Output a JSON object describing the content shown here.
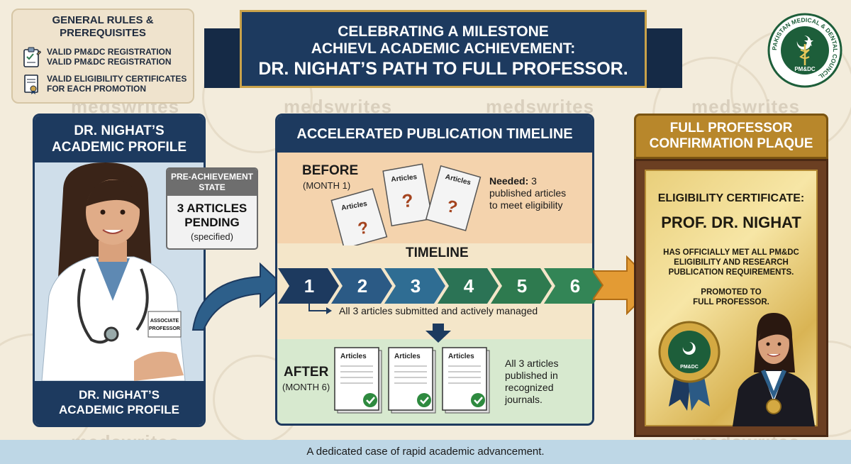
{
  "rules": {
    "title": "GENERAL RULES & PREREQUISITES",
    "items": [
      {
        "line1": "VALID PM&DC REGISTRATION",
        "line2": "VALID PM&DC REGISTRATION",
        "icon": "clipboard-check-icon"
      },
      {
        "line1": "VALID ELIGIBILITY CERTIFICATES",
        "line2": "FOR EACH PROMOTION",
        "icon": "certificate-icon"
      }
    ]
  },
  "banner": {
    "line1": "CELEBRATING A MILESTONE",
    "line2": "ACHIEVL ACADEMIC ACHIEVEMENT:",
    "line3": "DR. NIGHAT’S PATH TO FULL PROFESSOR."
  },
  "logo": {
    "ring_text": "PAKISTAN MEDICAL & DENTAL COUNCIL",
    "abbr": "PM&DC"
  },
  "watermark": "medswrites",
  "profile": {
    "title_line1": "DR. NIGHAT’S",
    "title_line2": "ACADEMIC PROFILE",
    "badge_line1": "ASSOCIATE",
    "badge_line2": "PROFESSOR",
    "footer_line1": "DR. NIGHAT’S",
    "footer_line2": "ACADEMIC PROFILE"
  },
  "pre_state": {
    "header_line1": "PRE-ACHIEVEMENT",
    "header_line2": "STATE",
    "value_line1": "3 ARTICLES",
    "value_line2": "PENDING",
    "sub": "(specified)"
  },
  "timeline": {
    "title": "ACCELERATED PUBLICATION TIMELINE",
    "before_label": "BEFORE",
    "before_sub": "(MONTH 1)",
    "needed_bold": "Needed:",
    "needed_line1": " 3",
    "needed_line2": "published articles",
    "needed_line3": "to meet eligibility",
    "timeline_label": "TIMELINE",
    "doc_label": "Articles",
    "steps": [
      "1",
      "2",
      "3",
      "4",
      "5",
      "6"
    ],
    "step_note": "All 3 articles submitted and actively managed",
    "after_label": "AFTER",
    "after_sub": "(MONTH 6)",
    "after_line1": "All 3 articles",
    "after_line2": "published in",
    "after_line3": "recognized journals."
  },
  "plaque": {
    "title_line1": "FULL PROFESSOR",
    "title_line2": "CONFIRMATION PLAQUE",
    "cert_label": "ELIGIBILITY CERTIFICATE:",
    "name": "PROF. DR. NIGHAT",
    "body_line1": "HAS OFFICIALLY MET ALL PM&DC",
    "body_line2": "ELIGIBILITY AND RESEARCH",
    "body_line3": "PUBLICATION REQUIREMENTS.",
    "promo_line1": "PROMOTED TO",
    "promo_line2": "FULL PROFESSOR."
  },
  "footer": {
    "text": "A dedicated case of rapid academic advancement."
  },
  "colors": {
    "navy": "#1d3a5f",
    "gold": "#b8872b",
    "green": "#2e7a4f",
    "blue": "#2d5f8a"
  }
}
